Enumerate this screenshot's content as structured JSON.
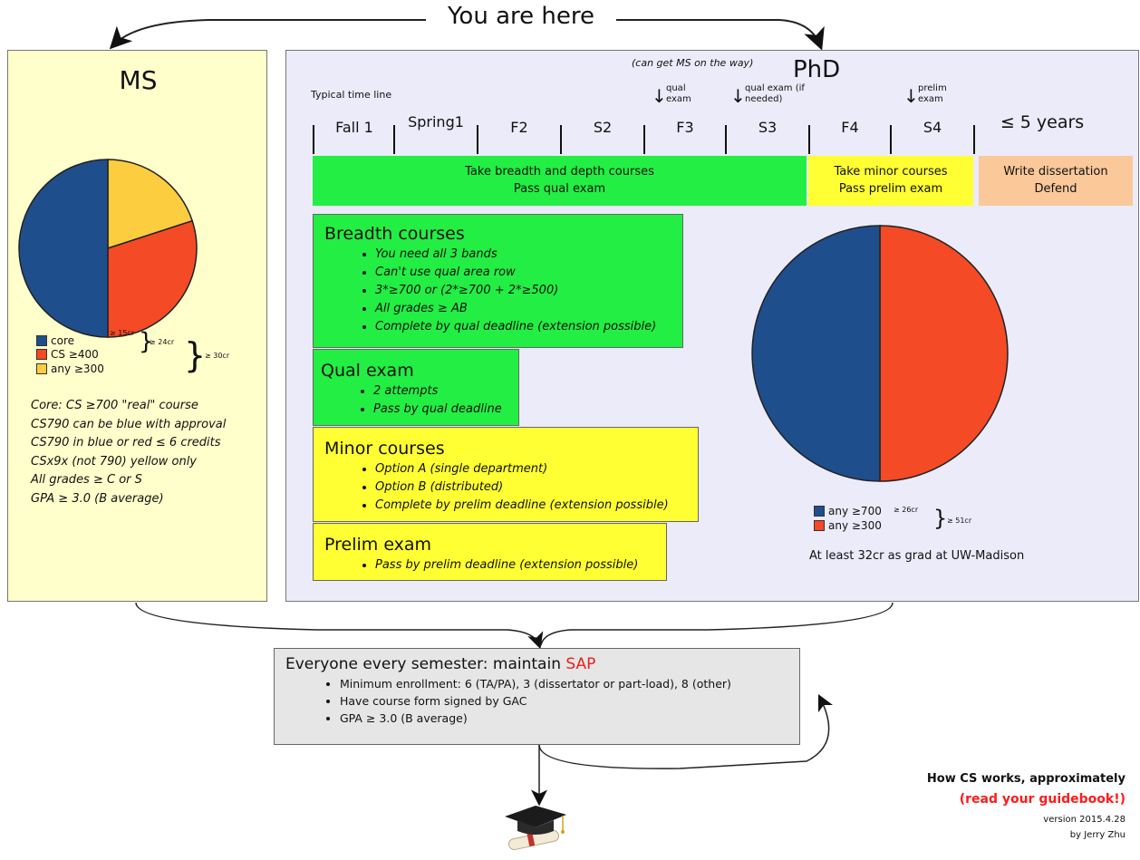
{
  "header": {
    "title": "You are here"
  },
  "ms": {
    "title": "MS",
    "pie": {
      "slices": [
        {
          "name": "core",
          "fraction": 0.5,
          "color": "#1f4e8c"
        },
        {
          "name": "CS ≥400",
          "fraction": 0.3,
          "color": "#f44a25"
        },
        {
          "name": "any ≥300",
          "fraction": 0.2,
          "color": "#fccd3e"
        }
      ]
    },
    "legend": {
      "items": [
        {
          "label": "core",
          "color": "#1f4e8c"
        },
        {
          "label": "CS ≥400",
          "color": "#f44a25"
        },
        {
          "label": "any ≥300",
          "color": "#fccd3e"
        }
      ],
      "brace1": "≥ 15cr",
      "brace2": "≥ 24cr",
      "brace3": "≥ 30cr"
    },
    "notes": [
      "Core: CS ≥700 \"real\" course",
      "CS790 can be blue with approval",
      "CS790 in blue or red ≤ 6 credits",
      "CSx9x (not 790) yellow only",
      "All grades ≥ C or S",
      "GPA ≥ 3.0 (B average)"
    ]
  },
  "phd": {
    "title": "PhD",
    "ms_note": "(can get MS on the way)",
    "timeline_label": "Typical time line",
    "semesters": [
      "Fall 1",
      "Spring1",
      "F2",
      "S2",
      "F3",
      "S3",
      "F4",
      "S4",
      "≤ 5 years"
    ],
    "markers": {
      "qual": "qual exam",
      "qual_if": "qual exam (if needed)",
      "prelim": "prelim exam"
    },
    "phases": [
      {
        "lines": [
          "Take breadth and depth courses",
          "Pass qual exam"
        ],
        "color": "#22ee44"
      },
      {
        "lines": [
          "Take minor courses",
          "Pass prelim exam"
        ],
        "color": "#ffff33"
      },
      {
        "lines": [
          "Write dissertation",
          "Defend"
        ],
        "color": "#fbc89a"
      }
    ],
    "boxes": {
      "breadth": {
        "title": "Breadth courses",
        "items": [
          "You need all 3 bands",
          "Can't use qual area row",
          "3*≥700 or (2*≥700 + 2*≥500)",
          "All grades ≥ AB",
          "Complete by qual deadline (extension possible)"
        ]
      },
      "qual": {
        "title": "Qual exam",
        "items": [
          "2 attempts",
          "Pass by qual deadline"
        ]
      },
      "minor": {
        "title": "Minor courses",
        "items": [
          "Option A (single department)",
          "Option B (distributed)",
          "Complete by prelim deadline (extension possible)"
        ]
      },
      "prelim": {
        "title": "Prelim exam",
        "items": [
          "Pass by prelim deadline (extension possible)"
        ]
      }
    },
    "pie": {
      "slices": [
        {
          "name": "any ≥700",
          "fraction": 0.5,
          "color": "#1f4e8c"
        },
        {
          "name": "any ≥300",
          "fraction": 0.5,
          "color": "#f44a25"
        }
      ]
    },
    "legend": {
      "items": [
        {
          "label": "any ≥700",
          "color": "#1f4e8c"
        },
        {
          "label": "any ≥300",
          "color": "#f44a25"
        }
      ],
      "brace1": "≥ 26cr",
      "brace2": "≥ 51cr"
    },
    "residency": "At least 32cr as grad at UW-Madison"
  },
  "sap": {
    "title_prefix": "Everyone every semester: maintain ",
    "title_highlight": "SAP",
    "items": [
      "Minimum enrollment: 6 (TA/PA), 3 (dissertator or part-load), 8 (other)",
      "Have course form signed by GAC",
      "GPA ≥ 3.0 (B average)"
    ]
  },
  "footer": {
    "line1": "How CS works, approximately",
    "line2": "(read your guidebook!)",
    "version": "version 2015.4.28",
    "author": "by Jerry Zhu"
  },
  "icons": {
    "graduation": "graduation-cap-diploma-icon"
  }
}
